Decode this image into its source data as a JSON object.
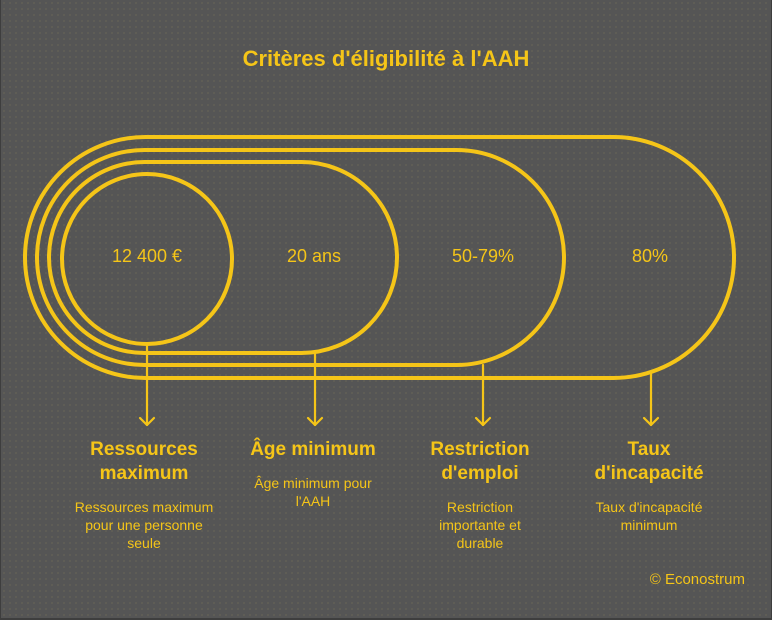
{
  "title": "Critères d'éligibilité à l'AAH",
  "colors": {
    "background": "#555555",
    "accent": "#F5C518"
  },
  "criteria": [
    {
      "value": "12 400 €",
      "heading": "Ressources maximum",
      "description": "Ressources maximum pour une personne seule"
    },
    {
      "value": "20 ans",
      "heading": "Âge minimum",
      "description": "Âge minimum pour l'AAH"
    },
    {
      "value": "50-79%",
      "heading": "Restriction d'emploi",
      "description": "Restriction importante et durable"
    },
    {
      "value": "80%",
      "heading": "Taux d'incapacité",
      "description": "Taux d'incapacité minimum"
    }
  ],
  "credit": "© Econostrum"
}
